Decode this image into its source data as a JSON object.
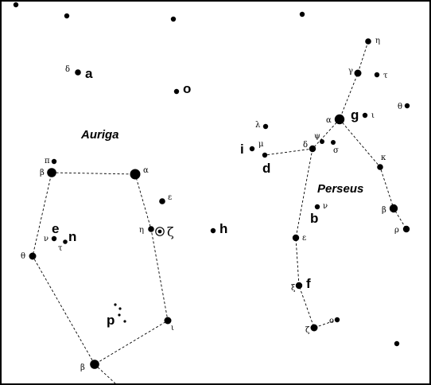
{
  "constellations": {
    "auriga": "Auriga",
    "perseus": "Perseus"
  },
  "greek_labels": {
    "aur_delta": "δ",
    "aur_pi": "π",
    "aur_beta": "β",
    "aur_alpha": "α",
    "aur_epsilon": "ε",
    "aur_eta": "η",
    "aur_nu": "ν",
    "aur_tau": "τ",
    "aur_theta": "θ",
    "aur_iota": "ι",
    "aur_beta_tau": "β",
    "per_eta": "η",
    "per_gamma": "γ",
    "per_tau": "τ",
    "per_theta": "θ",
    "per_alpha": "α",
    "per_iota": "ι",
    "per_lambda": "λ",
    "per_mu": "μ",
    "per_delta": "δ",
    "per_psi": "ψ",
    "per_sigma": "σ",
    "per_kappa": "κ",
    "per_nu": "ν",
    "per_beta": "β",
    "per_rho": "ρ",
    "per_epsilon": "ε",
    "per_xi": "ξ",
    "per_zeta": "ζ",
    "per_omicron": "ο"
  },
  "zeta_symbol": "ζ",
  "object_labels": {
    "a": "a",
    "o": "o",
    "g": "g",
    "i": "i",
    "d": "d",
    "b": "b",
    "e": "e",
    "n": "n",
    "h": "h",
    "f": "f",
    "p": "p"
  },
  "colors": {
    "ink": "#000000",
    "background": "#ffffff"
  }
}
